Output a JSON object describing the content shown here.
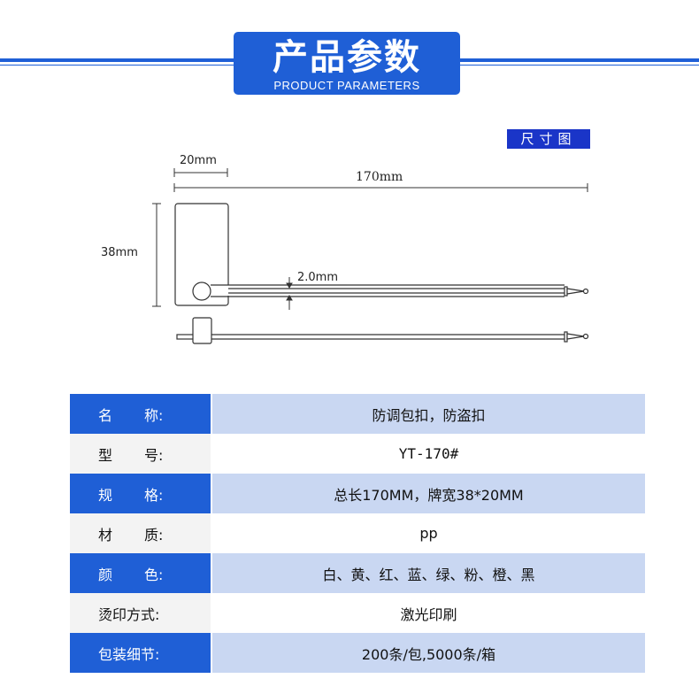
{
  "header": {
    "title": "产品参数",
    "subtitle": "PRODUCT PARAMETERS"
  },
  "diagram": {
    "badge": "尺寸图",
    "dims": {
      "tag_width": "20mm",
      "total_length": "170mm",
      "tag_height": "38mm",
      "strap_width": "2.0mm"
    }
  },
  "specs": [
    {
      "label_a": "名",
      "label_b": "称:",
      "value": "防调包扣，防盗扣",
      "style": "blue"
    },
    {
      "label_a": "型",
      "label_b": "号:",
      "value": "YT-170#",
      "style": "white"
    },
    {
      "label_a": "规",
      "label_b": "格:",
      "value": "总长170MM，牌宽38*20MM",
      "style": "blue"
    },
    {
      "label_a": "材",
      "label_b": "质:",
      "value": "pp",
      "style": "white"
    },
    {
      "label_a": "颜",
      "label_b": "色:",
      "value": "白、黄、红、蓝、绿、粉、橙、黑",
      "style": "blue"
    },
    {
      "label_a": "烫印方式:",
      "label_b": "",
      "value": "激光印刷",
      "style": "white"
    },
    {
      "label_a": "包装细节:",
      "label_b": "",
      "value": "200条/包,5000条/箱",
      "style": "blue"
    }
  ],
  "colors": {
    "accent_blue": "#1f5fd6",
    "badge_blue": "#1a35c8",
    "row_tint": "#c9d7f2"
  }
}
